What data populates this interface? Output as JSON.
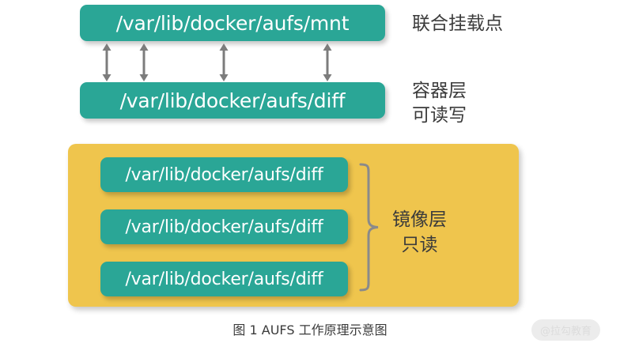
{
  "figure": {
    "caption": "图 1 AUFS 工作原理示意图",
    "watermark": "@拉勾教育",
    "background_color": "#ffffff"
  },
  "colors": {
    "path_box": "#2aa696",
    "image_group": "#efc54d",
    "arrow": "#7c7c7c",
    "brace": "#7c7c7c",
    "text_dark": "#3b3b3b",
    "path_text": "#ffffff"
  },
  "mount_layer": {
    "box_label": "/var/lib/docker/aufs/mnt",
    "annotation": "联合挂载点"
  },
  "container_layer": {
    "box_label": "/var/lib/docker/aufs/diff",
    "annotation": "容器层\n可读写"
  },
  "image_layer": {
    "annotation": "镜像层\n只读",
    "boxes": [
      {
        "label": "/var/lib/docker/aufs/diff"
      },
      {
        "label": "/var/lib/docker/aufs/diff"
      },
      {
        "label": "/var/lib/docker/aufs/diff"
      }
    ]
  },
  "arrows": {
    "count": 4,
    "style": "double-headed-vertical",
    "x_positions": [
      135,
      182,
      283,
      414
    ]
  }
}
